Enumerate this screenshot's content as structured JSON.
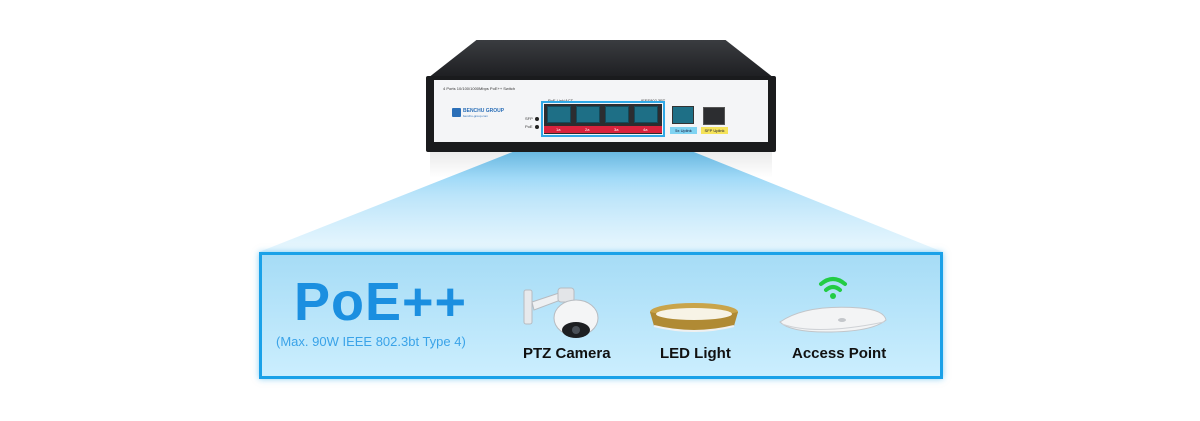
{
  "switch": {
    "title": "4 Ports 10/100/1000Mbps PoE++ Switch",
    "brand": "BENCHU GROUP",
    "brand_url": "benchu-group.com",
    "led_labels": [
      "SFP",
      "PoE"
    ],
    "poe_label": "PoE  Link/ACT",
    "ieee_label": "IEEE802.3BT",
    "port_numbers": [
      "1a",
      "2a",
      "3a",
      "4a"
    ],
    "uplink_label": "5x Uplink",
    "sfp_label": "SFP Uplink"
  },
  "feature": {
    "title": "PoE++",
    "subtitle": "(Max. 90W IEEE 802.3bt Type 4)"
  },
  "devices": [
    {
      "label": "PTZ Camera",
      "icon": "ptz-camera-icon"
    },
    {
      "label": "LED Light",
      "icon": "led-light-icon"
    },
    {
      "label": "Access Point",
      "icon": "access-point-icon"
    }
  ],
  "colors": {
    "accent": "#1b8fe0",
    "panel_border": "#1aa1e8",
    "port_strip": "#d9223c",
    "wifi": "#22cc44"
  }
}
